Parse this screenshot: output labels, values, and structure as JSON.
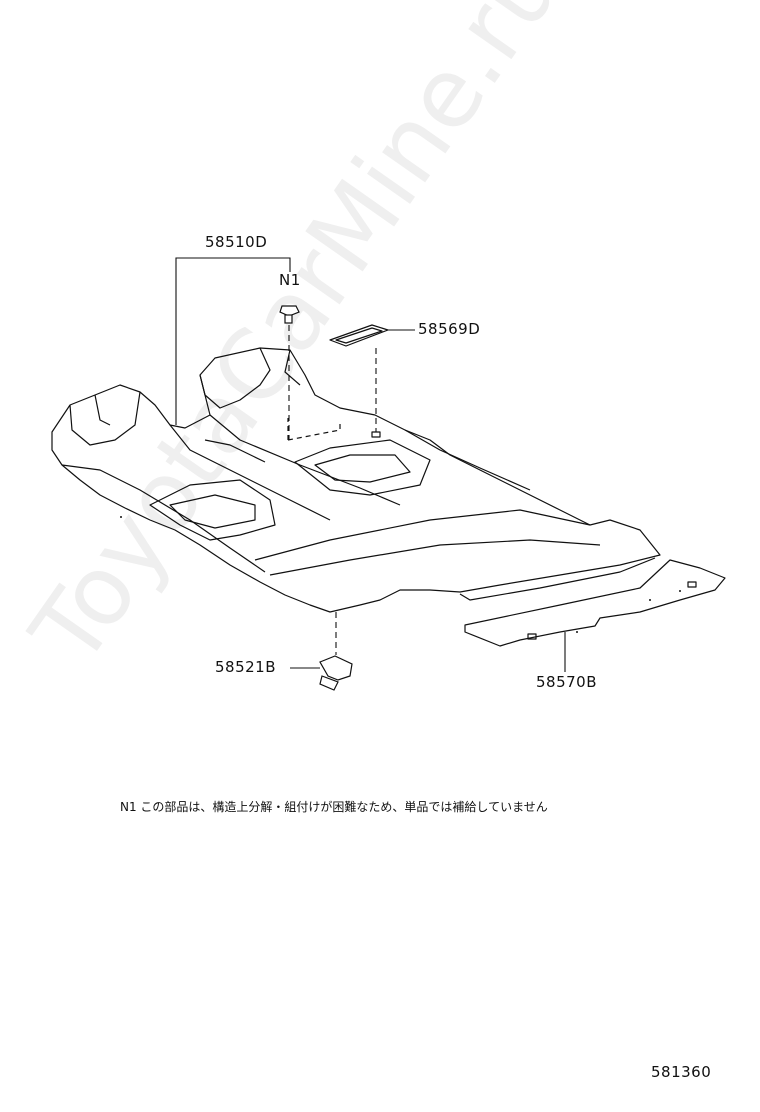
{
  "watermark": "ToyotaCarMine.ru",
  "parts": {
    "floor_carpet": "58510D",
    "clip_n1": "N1",
    "pad": "58569D",
    "retainer": "58521B",
    "rear_carpet": "58570B"
  },
  "note": "N1  この部品は、構造上分解・組付けが困難なため、単品では補給していません",
  "figure_number": "581360"
}
